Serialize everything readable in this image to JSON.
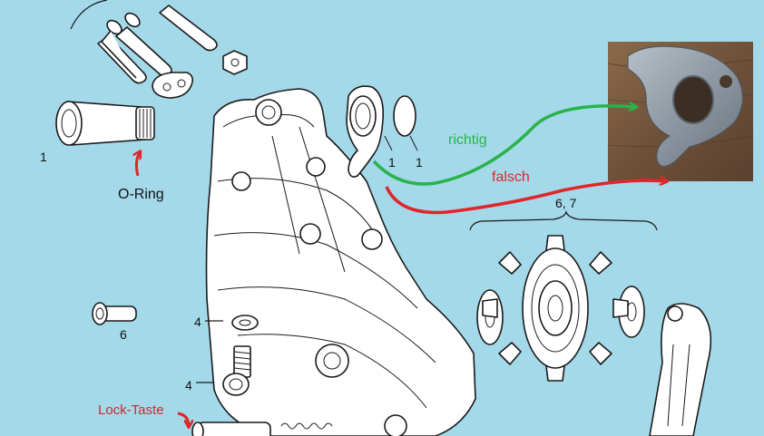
{
  "labels": {
    "part_1_left": "1",
    "part_1_a": "1",
    "part_1_b": "1",
    "part_4_top": "4",
    "part_4_bottom": "4",
    "part_6": "6",
    "part_6_7": "6, 7"
  },
  "annotations": {
    "o_ring": "O-Ring",
    "richtig": "richtig",
    "falsch": "falsch",
    "lock_taste": "Lock-Taste"
  },
  "colors": {
    "background": "#a4d9ea",
    "richtig": "#2ab34a",
    "falsch": "#e0262b",
    "lock_taste": "#cc2a2a",
    "line_art": "#1a1a1a"
  }
}
